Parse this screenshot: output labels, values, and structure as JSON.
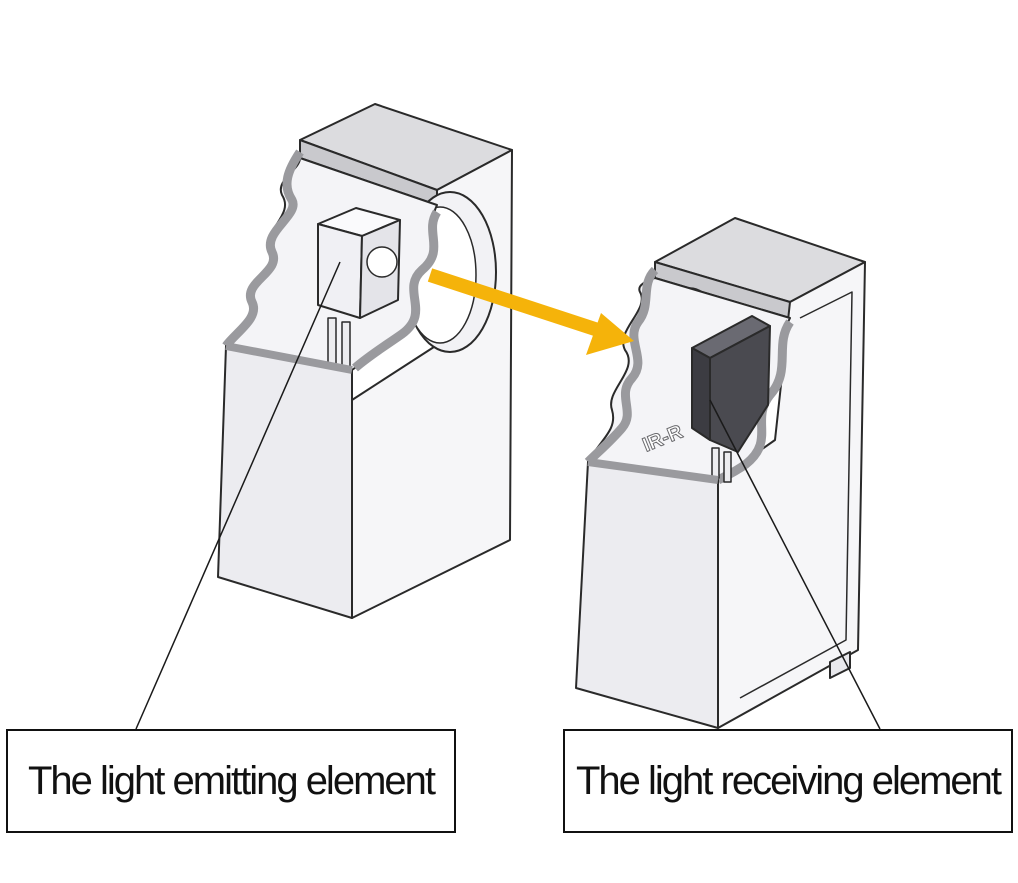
{
  "labels": {
    "emitting": "The light emitting element",
    "receiving": "The light receiving element"
  },
  "engraving_text": "IR-R",
  "colors": {
    "arrow": "#F5B30A",
    "housing_front": "#ECECF0",
    "housing_side": "#F8F8FA",
    "housing_top": "#DCDCDF",
    "cutaway_edge": "#9A9A9E",
    "emitter_body": "#F0F0F4",
    "receiver_body": "#4A4A50",
    "outline": "#2A2A2A",
    "leader_line": "#1A1A1A"
  },
  "icons": {
    "arrow": "light-beam-arrow",
    "emitter": "emitter-led-icon",
    "receiver": "receiver-photodiode-icon"
  }
}
